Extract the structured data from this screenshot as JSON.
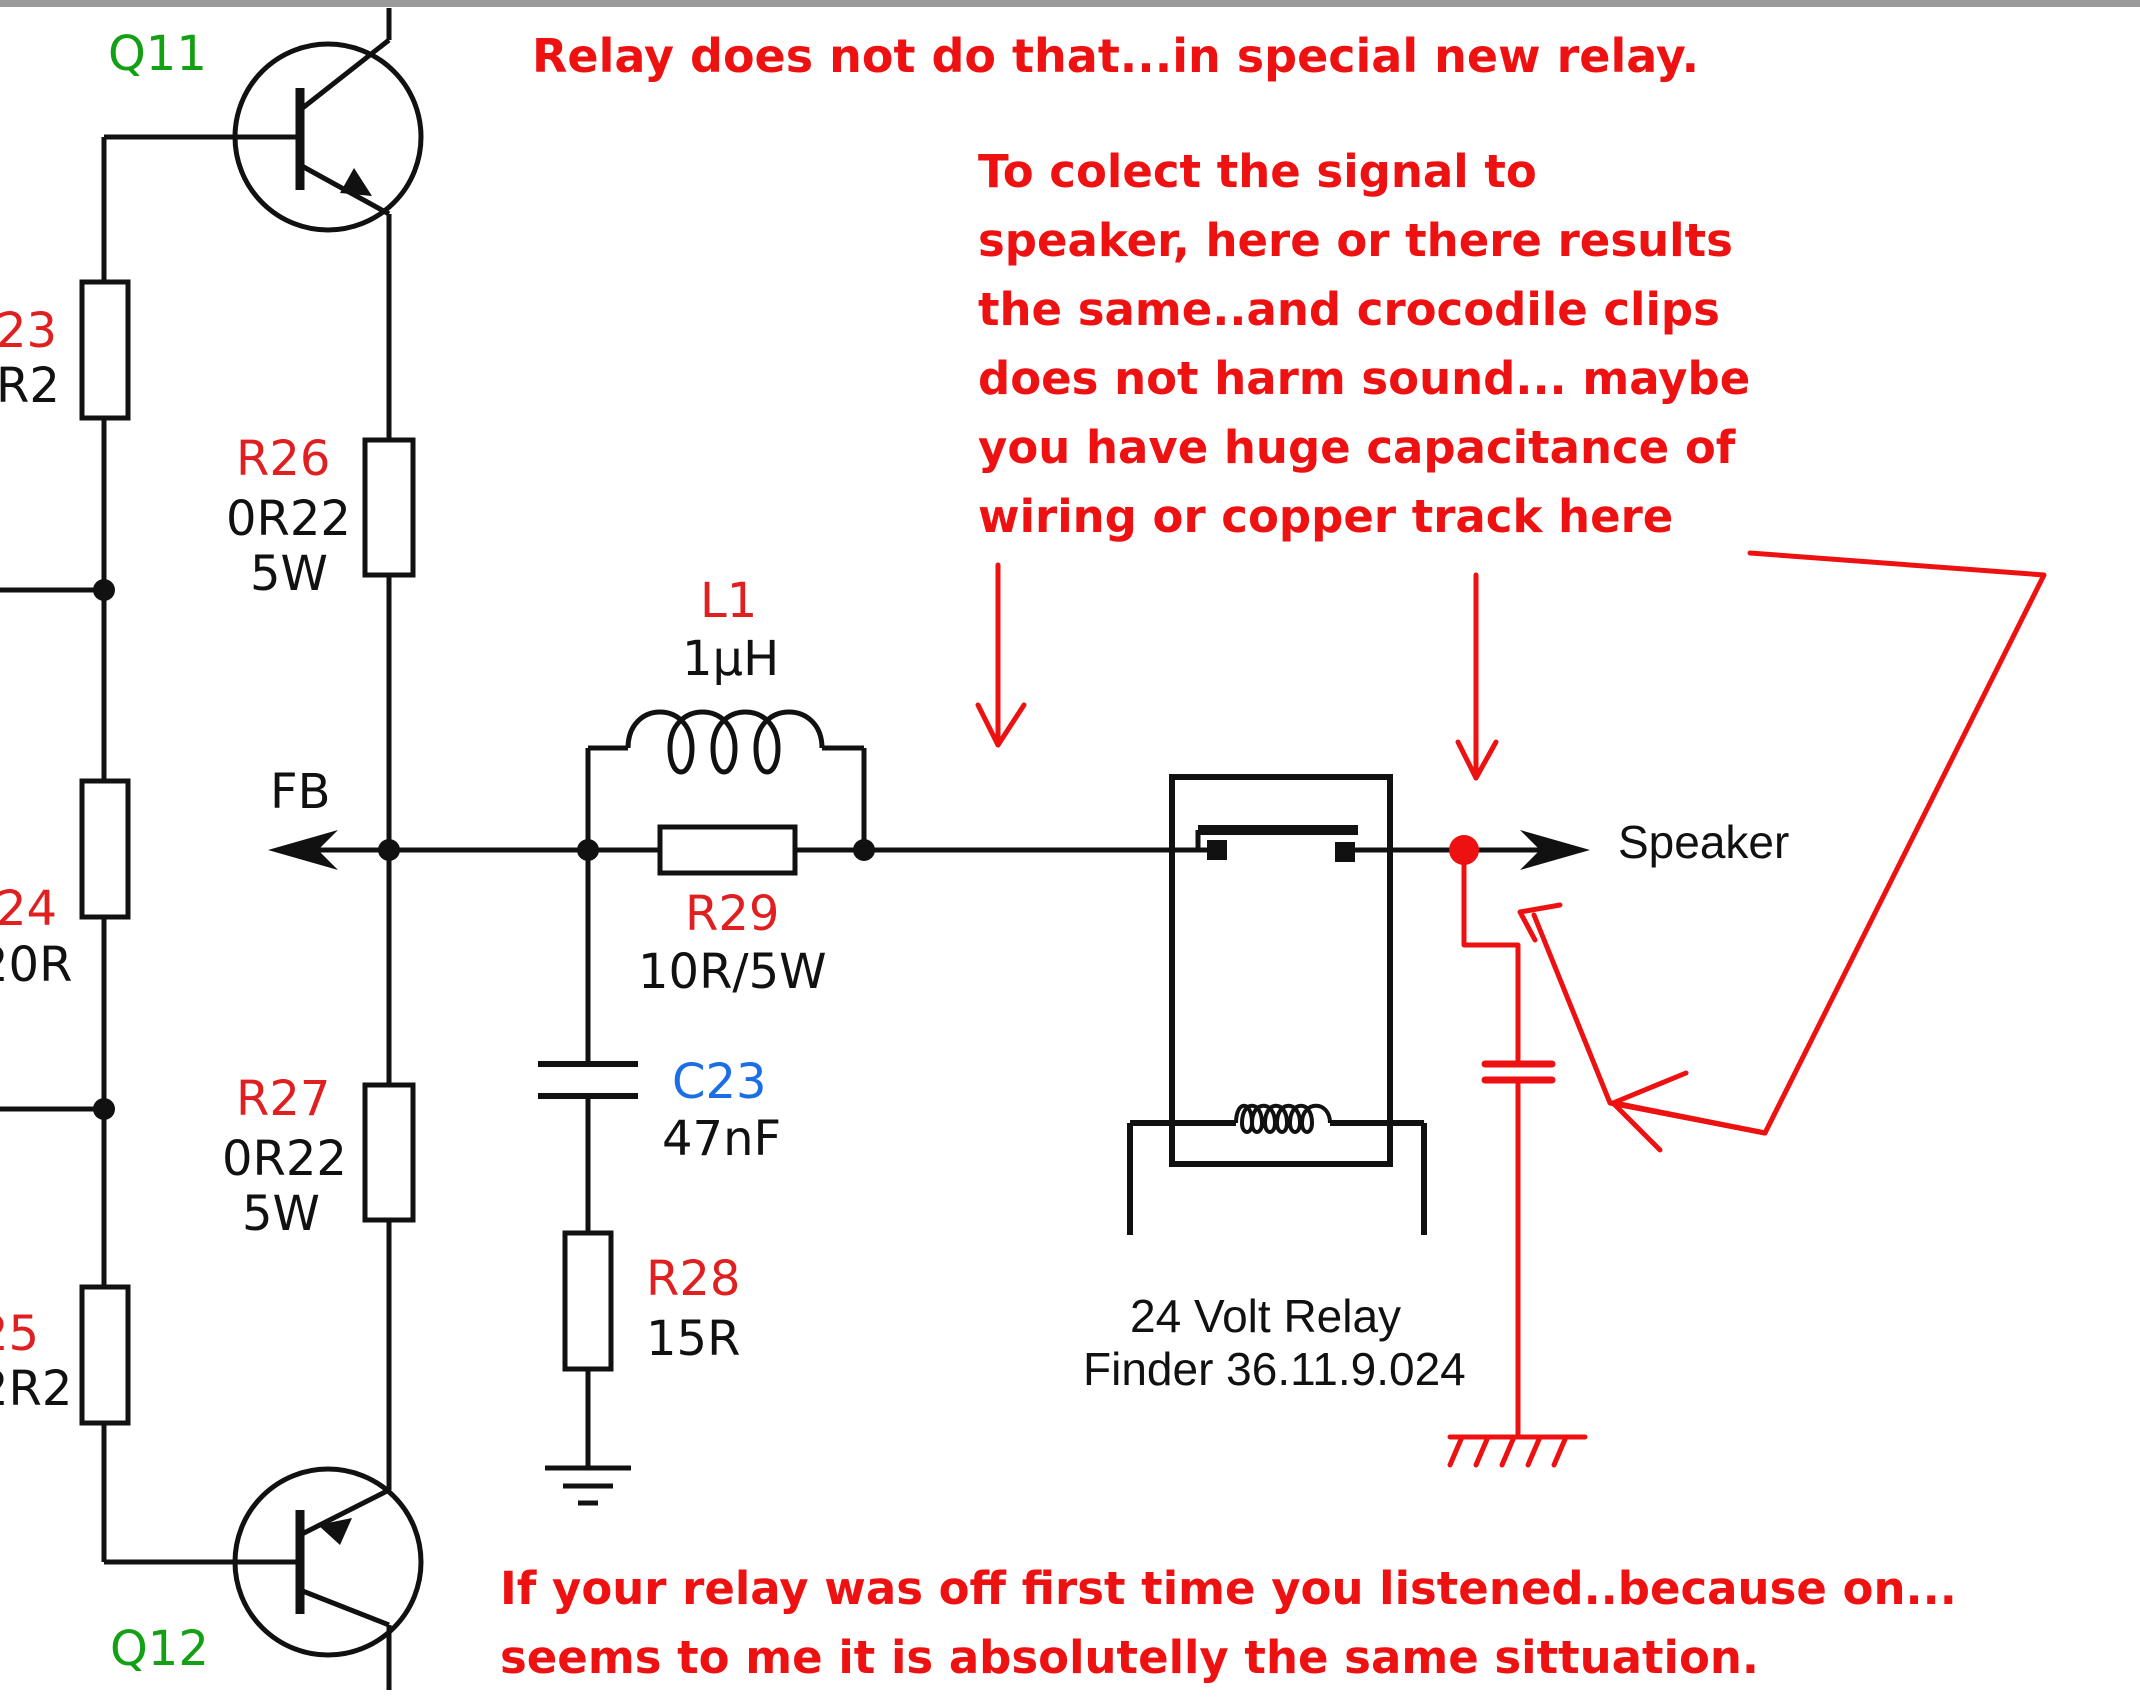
{
  "components": {
    "q11": {
      "ref": "Q11"
    },
    "q12": {
      "ref": "Q12"
    },
    "r23": {
      "ref": "23",
      "value": "R2"
    },
    "r24": {
      "ref": "24",
      "value": "20R"
    },
    "r25": {
      "ref": "25",
      "value": "2R2"
    },
    "r26": {
      "ref": "R26",
      "value": "0R22",
      "power": "5W"
    },
    "r27": {
      "ref": "R27",
      "value": "0R22",
      "power": "5W"
    },
    "l1": {
      "ref": "L1",
      "value": "1µH"
    },
    "r29": {
      "ref": "R29",
      "value": "10R/5W"
    },
    "c23": {
      "ref": "C23",
      "value": "47nF"
    },
    "r28": {
      "ref": "R28",
      "value": "15R"
    },
    "fb": {
      "label": "FB"
    },
    "speaker": {
      "label": "Speaker"
    },
    "relay": {
      "line1": "24 Volt Relay",
      "line2": "Finder 36.11.9.024"
    }
  },
  "annotations": {
    "top": "Relay does not do that...in special new relay.",
    "middle_lines": [
      "To colect the signal to",
      "speaker, here or there results",
      "the same..and crocodile clips",
      "does not harm sound... maybe",
      "you have huge capacitance of",
      "wiring or copper track here"
    ],
    "bottom_lines": [
      "If your relay was off first time you listened..because on...",
      "seems to me it is absolutelly the same sittuation."
    ]
  },
  "colors": {
    "wire": "#111111",
    "annotation": "#ee1111",
    "ref_red": "#e02020",
    "ref_green": "#14a014",
    "ref_blue": "#1a6ee6"
  }
}
